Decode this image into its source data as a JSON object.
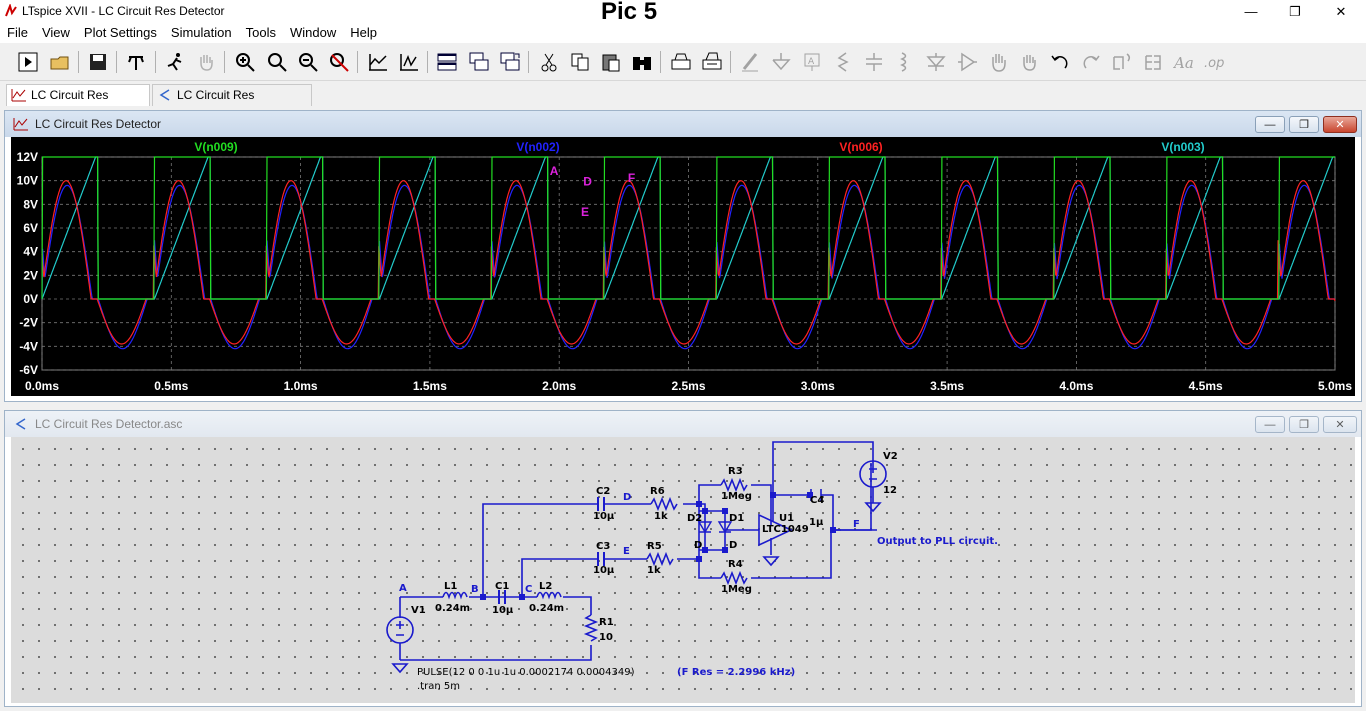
{
  "app": {
    "title": "LTspice XVII - LC Circuit Res Detector",
    "overlay_label": "Pic 5",
    "window_buttons": [
      "minimize-icon",
      "restore-icon",
      "close-icon"
    ]
  },
  "menu": [
    "File",
    "View",
    "Plot Settings",
    "Simulation",
    "Tools",
    "Window",
    "Help"
  ],
  "toolbar": {
    "icons": [
      "run-icon",
      "open-icon",
      "save-icon",
      "control-panel-icon",
      "halt-icon",
      "pan-icon",
      "zoom-in-icon",
      "zoom-area-icon",
      "zoom-out-icon",
      "zoom-cancel-icon",
      "autorange-icon",
      "pick-trace-icon",
      "tile-horizontal-icon",
      "cascade-icon",
      "tile-vertical-icon",
      "cut-icon",
      "copy-icon",
      "paste-icon",
      "find-icon",
      "print-setup-icon",
      "print-icon",
      "wire-icon",
      "ground-icon",
      "label-net-icon",
      "resistor-icon",
      "capacitor-icon",
      "inductor-icon",
      "diode-icon",
      "component-icon",
      "move-icon",
      "drag-icon",
      "undo-icon",
      "redo-icon",
      "rotate-icon",
      "mirror-icon",
      "text-icon",
      "spice-directive-icon"
    ]
  },
  "tabs": [
    {
      "label": "LC Circuit Res Detector",
      "active": true
    },
    {
      "label": "LC Circuit Res Detector.asc",
      "active": false
    }
  ],
  "waveform_window": {
    "title": "LC Circuit Res Detector"
  },
  "schematic_window": {
    "title": "LC Circuit Res Detector.asc"
  },
  "colors": {
    "v009": "#22dd22",
    "v002": "#2222ff",
    "v006": "#ff2222",
    "v003": "#22cccc",
    "annot": "#dd22dd",
    "wire": "#1a1acc",
    "plot_bg": "#000000"
  },
  "chart_data": {
    "type": "line",
    "xlabel": "",
    "ylabel": "",
    "xlim": [
      0,
      5
    ],
    "ylim": [
      -6,
      12
    ],
    "x_ticks": [
      "0.0ms",
      "0.5ms",
      "1.0ms",
      "1.5ms",
      "2.0ms",
      "2.5ms",
      "3.0ms",
      "3.5ms",
      "4.0ms",
      "4.5ms",
      "5.0ms"
    ],
    "y_ticks": [
      "12V",
      "10V",
      "8V",
      "6V",
      "4V",
      "2V",
      "0V",
      "-2V",
      "-4V",
      "-6V"
    ],
    "grid": true,
    "legend": "top",
    "period_ms": 0.4349,
    "pulse_width_ms": 0.2174,
    "series": [
      {
        "name": "V(n009)",
        "role": "pulse",
        "high": 12,
        "low": 0
      },
      {
        "name": "V(n002)",
        "role": "lc-response",
        "peak": 9.6,
        "trough": -4.2
      },
      {
        "name": "V(n006)",
        "role": "lc-response",
        "peak": 10.0,
        "trough": -3.8
      },
      {
        "name": "V(n003)",
        "role": "ramp",
        "high": 12,
        "low": 0
      }
    ],
    "annotations": [
      {
        "text": "A"
      },
      {
        "text": "D"
      },
      {
        "text": "E"
      },
      {
        "text": "F"
      }
    ]
  },
  "schematic": {
    "labels": {
      "V1": "V1",
      "L1": "L1",
      "L1v": "0.24m",
      "C1": "C1",
      "C1v": "10µ",
      "L2": "L2",
      "L2v": "0.24m",
      "R1": "R1",
      "R1v": "10",
      "C2": "C2",
      "C2v": "10µ",
      "C3": "C3",
      "C3v": "10µ",
      "R6": "R6",
      "R6v": "1k",
      "R5": "R5",
      "R5v": "1k",
      "R3": "R3",
      "R3v": "1Meg",
      "R4": "R4",
      "R4v": "1Meg",
      "D1": "D1",
      "D2": "D2",
      "U1": "U1",
      "U1v": "LTC1049",
      "C4": "C4",
      "C4v": "1µ",
      "V2": "V2",
      "V2v": "12"
    },
    "nets": {
      "A": "A",
      "B": "B",
      "C": "C",
      "D": "D",
      "E": "E",
      "F": "F",
      "D_a": "D",
      "D_b": "D"
    },
    "output_label": "Output to PLL circuit.",
    "pulse": "PULSE(12 0 0 1u 1u 0.0002174 0.0004349)",
    "tran": ".tran 5m",
    "fres": "(F Res = 2.2996 kHz)"
  }
}
